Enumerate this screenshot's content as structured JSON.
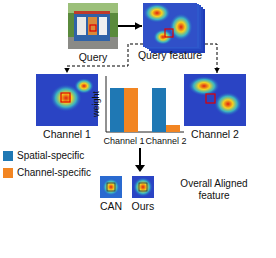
{
  "diagram": {
    "nodes": [
      {
        "text": [
          "Query"
        ]
      },
      {
        "text": [
          "Query feature"
        ]
      },
      {
        "text": [
          "Channel 1"
        ]
      },
      {
        "text": [
          "Channel 2"
        ]
      },
      {
        "text": [
          "CAN"
        ]
      },
      {
        "text": [
          "Ours"
        ]
      }
    ],
    "edges": [
      {
        "from": 0,
        "to": 1,
        "arrow": "to"
      },
      {
        "from": 1,
        "to": 2,
        "arrow": "to"
      },
      {
        "from": 1,
        "to": 3,
        "arrow": "to"
      }
    ],
    "labels": [
      "weight",
      "Channel 1",
      "Channel 2",
      "Overall Aligned feature"
    ],
    "legend": [
      {
        "text": "Spatial-specific",
        "color": "#1f78b4"
      },
      {
        "text": "Channel-specific",
        "color": "#f28522"
      }
    ]
  }
}
